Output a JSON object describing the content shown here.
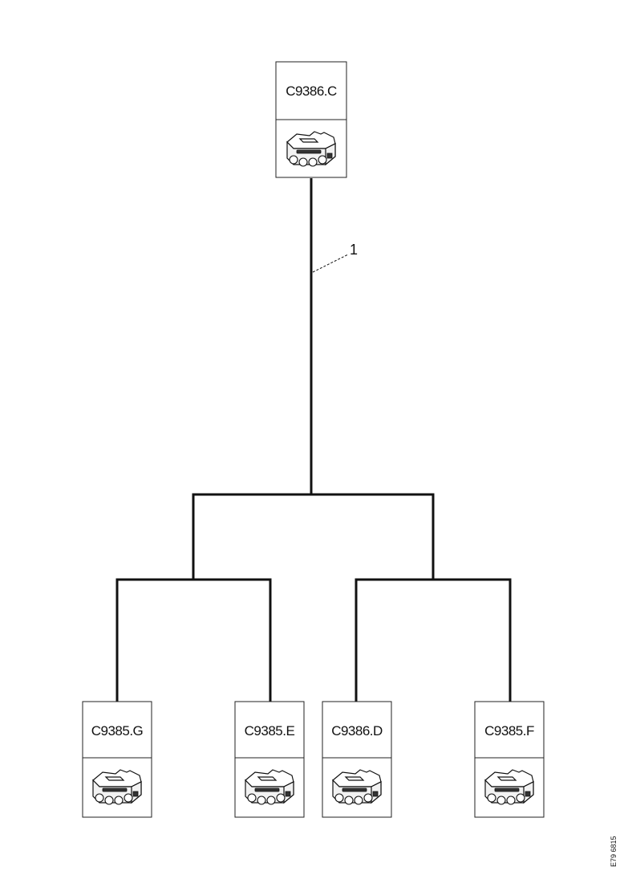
{
  "diagram": {
    "root": {
      "label": "C9386.C",
      "icon": "connector-icon"
    },
    "children": [
      {
        "label": "C9385.G",
        "icon": "connector-icon"
      },
      {
        "label": "C9385.E",
        "icon": "connector-icon"
      },
      {
        "label": "C9386.D",
        "icon": "connector-icon"
      },
      {
        "label": "C9385.F",
        "icon": "connector-icon"
      }
    ],
    "callout": {
      "label": "1"
    },
    "reference_code": "E79 6815",
    "line_color": "#111111"
  }
}
